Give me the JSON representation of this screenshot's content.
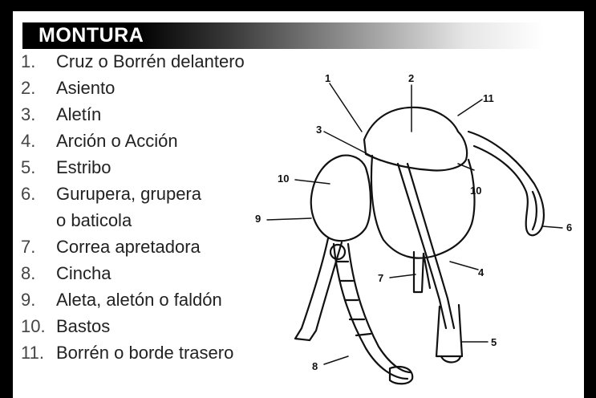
{
  "title": "MONTURA",
  "parts": [
    {
      "num": "1.",
      "name": "Cruz o Borrén delantero"
    },
    {
      "num": "2.",
      "name": "Asiento"
    },
    {
      "num": "3.",
      "name": "Aletín"
    },
    {
      "num": "4.",
      "name": "Arción o Acción"
    },
    {
      "num": "5.",
      "name": "Estribo"
    },
    {
      "num": "6.",
      "name": "Gurupera, grupera"
    },
    {
      "num": "",
      "name": "o baticola"
    },
    {
      "num": "7.",
      "name": "Correa apretadora"
    },
    {
      "num": "8.",
      "name": "Cincha"
    },
    {
      "num": "9.",
      "name": "Aleta, aletón o faldón"
    },
    {
      "num": "10.",
      "name": "Bastos"
    },
    {
      "num": "11.",
      "name": "Borrén o borde trasero"
    }
  ],
  "callouts": [
    "1",
    "2",
    "11",
    "3",
    "10",
    "10",
    "9",
    "6",
    "7",
    "4",
    "5",
    "8"
  ]
}
